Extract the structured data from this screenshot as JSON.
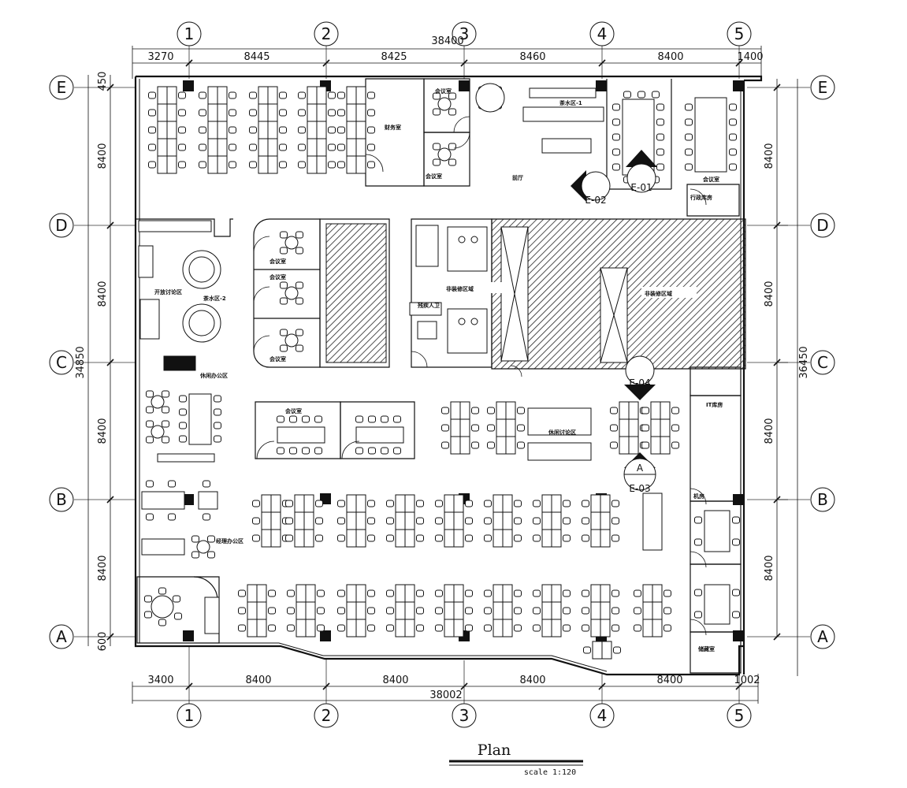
{
  "grid_labels": {
    "columns": [
      "1",
      "2",
      "3",
      "4",
      "5"
    ],
    "rows": [
      "E",
      "D",
      "C",
      "B",
      "A"
    ]
  },
  "dimensions": {
    "top_total": "38400",
    "top_segments": [
      "3270",
      "8445",
      "8425",
      "8460",
      "8400",
      "1400"
    ],
    "bottom_total": "38002",
    "bottom_segments": [
      "3400",
      "8400",
      "8400",
      "8400",
      "8400",
      "1002"
    ],
    "left_total": "34850",
    "left_segments": [
      "450",
      "8400",
      "8400",
      "8400",
      "8400",
      "600"
    ],
    "right_total": "36450",
    "right_segments": [
      "8400",
      "8400",
      "8400",
      "8400"
    ]
  },
  "rooms": {
    "finance": "财务室",
    "meeting": "会议室",
    "tea_1": "茶水区-1",
    "lobby": "前厅",
    "admin_store": "行政库房",
    "open_discussion": "开放讨论区",
    "tea_2": "茶水区-2",
    "leisure_office": "休闲办公区",
    "leisure_discussion": "休闲讨论区",
    "it_store": "IT库房",
    "machine_room": "机房",
    "manager_office": "经理办公区",
    "storage": "储藏室",
    "core_label": "非装修区域",
    "accessible_wc": "残疾人卫"
  },
  "elevation_tags": [
    "E-01",
    "E-02",
    "E-03",
    "E-04"
  ],
  "section_mark": "A",
  "title": "Plan",
  "scale": "scale 1:120"
}
